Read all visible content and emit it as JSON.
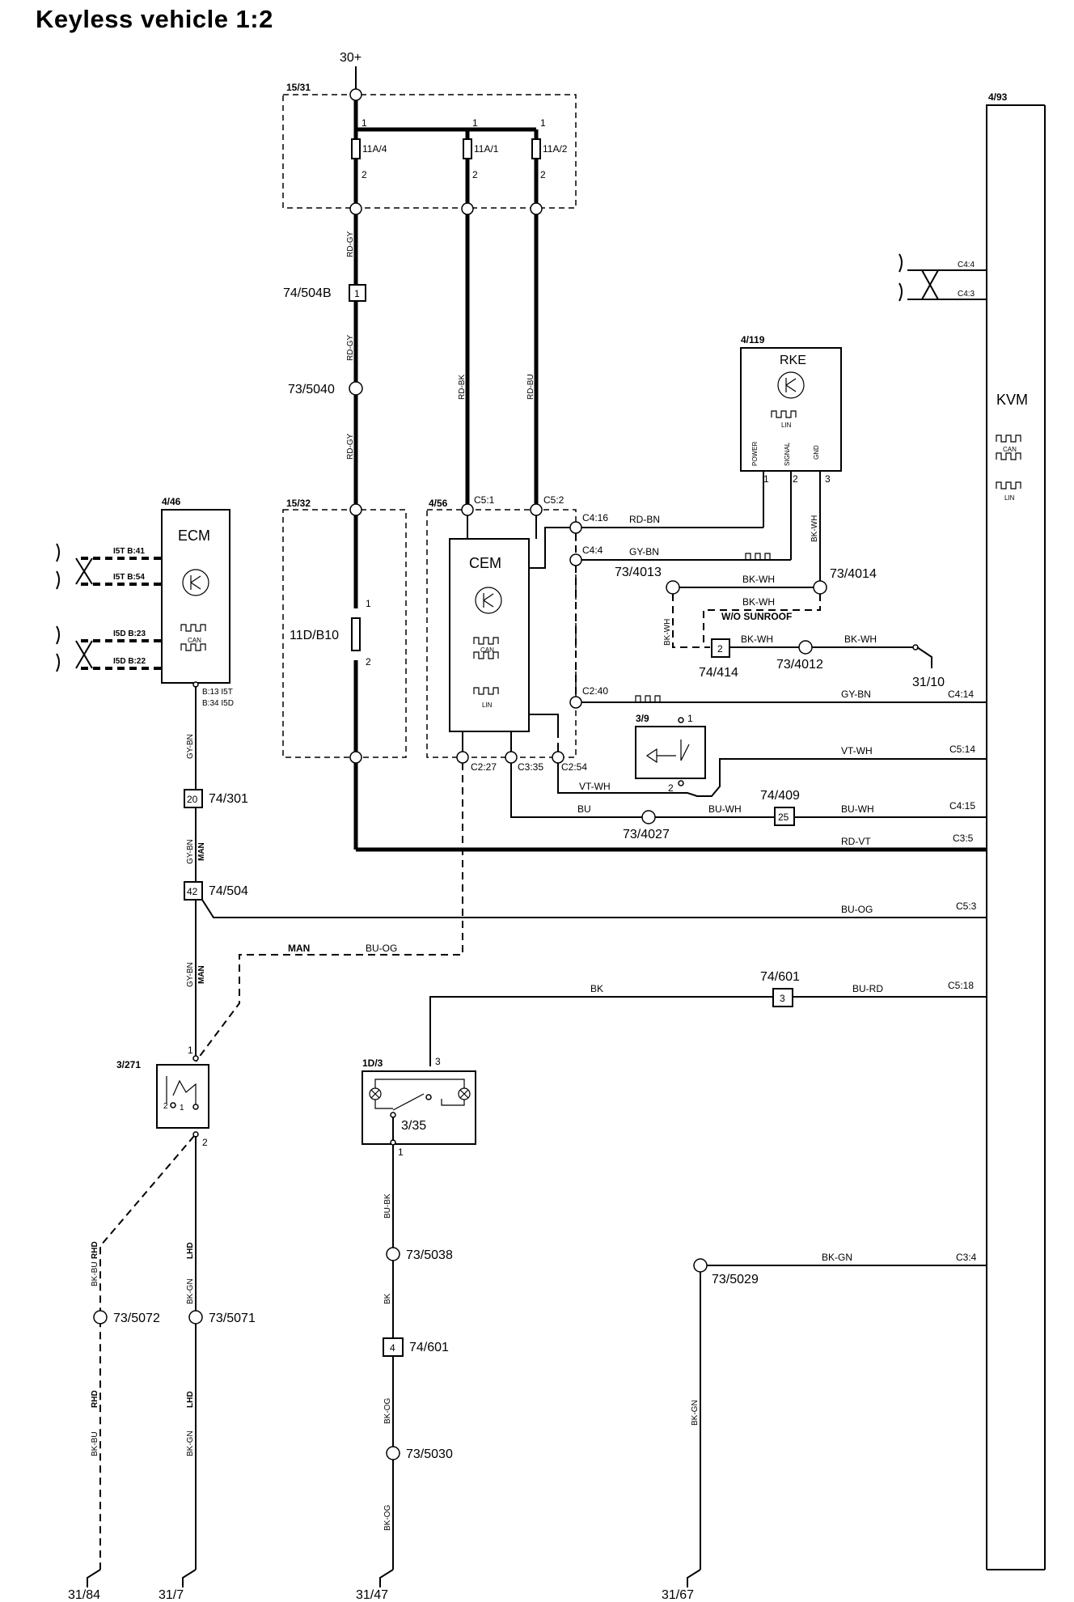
{
  "title": "Keyless vehicle 1:2",
  "supply": {
    "label": "30+"
  },
  "blocks": {
    "fusebox_top": "15/31",
    "fusebox_mid": "15/32",
    "cem_block": "4/56",
    "ecm_block": "4/46",
    "rke_block": "4/119",
    "kvm_block": "4/93",
    "switch_39": "3/9",
    "switch_3271": "3/271",
    "switch_1d3": "1D/3"
  },
  "modules": {
    "ecm": "ECM",
    "cem": "CEM",
    "rke": "RKE",
    "kvm": "KVM",
    "can": "CAN",
    "lin": "LIN"
  },
  "fuses": {
    "f1": "11A/4",
    "f2": "11A/1",
    "f3": "11A/2",
    "f4": "11D/B10",
    "pin1": "1",
    "pin2": "2"
  },
  "connectors": {
    "c74_504b": "74/504B",
    "c74_504b_pin": "1",
    "c74_301": "74/301",
    "c74_301_pin": "20",
    "c74_504": "74/504",
    "c74_504_pin": "42",
    "c74_414": "74/414",
    "c74_414_pin": "2",
    "c74_409": "74/409",
    "c74_409_pin": "25",
    "c74_601a": "74/601",
    "c74_601a_pin": "3",
    "c74_601b": "74/601",
    "c74_601b_pin": "4"
  },
  "splices": {
    "s5040": "73/5040",
    "s4013": "73/4013",
    "s4014": "73/4014",
    "s4012": "73/4012",
    "s4027": "73/4027",
    "s5038": "73/5038",
    "s5030": "73/5030",
    "s5029": "73/5029",
    "s5072": "73/5072",
    "s5071": "73/5071"
  },
  "grounds": {
    "g3110": "31/10",
    "g3184": "31/84",
    "g317": "31/7",
    "g3147": "31/47",
    "g3167": "31/67"
  },
  "wires": {
    "rd_gy": "RD-GY",
    "rd_bk": "RD-BK",
    "rd_bu": "RD-BU",
    "rd_bn": "RD-BN",
    "gy_bn": "GY-BN",
    "bk_wh": "BK-WH",
    "vt_wh": "VT-WH",
    "bu": "BU",
    "bu_wh": "BU-WH",
    "rd_vt": "RD-VT",
    "bu_og": "BU-OG",
    "bk": "BK",
    "bu_rd": "BU-RD",
    "bk_gn": "BK-GN",
    "bk_bu": "BK-BU",
    "bu_bk": "BU-BK",
    "bk_og": "BK-OG",
    "gy_bn_alt": "GY-BN",
    "gy_bn_ecm": "GY-BN"
  },
  "pins": {
    "c5_1": "C5:1",
    "c5_2": "C5:2",
    "c4_16": "C4:16",
    "c4_4": "C4:4",
    "c2_40": "C2:40",
    "c2_27": "C2:27",
    "c3_35": "C3:35",
    "c2_54": "C2:54",
    "kvm_c4_4": "C4:4",
    "kvm_c4_3": "C4:3",
    "kvm_c4_14": "C4:14",
    "kvm_c5_14": "C5:14",
    "kvm_c4_15": "C4:15",
    "kvm_c3_5": "C3:5",
    "kvm_c5_3": "C5:3",
    "kvm_c5_18": "C5:18",
    "kvm_c3_4": "C3:4",
    "ecm_i5t_41": "I5T B:41",
    "ecm_i5t_54": "I5T B:54",
    "ecm_i5d_23": "I5D B:23",
    "ecm_i5d_22": "I5D B:22",
    "ecm_b13": "B:13 I5T",
    "ecm_b34": "B:34 I5D",
    "rke_power": "POWER",
    "rke_signal": "SIGNAL",
    "rke_gnd": "GND",
    "p1": "1",
    "p2": "2",
    "p3": "3",
    "sw3271_p2": "2",
    "sw3271_p1": "1",
    "sw1d3_inner": "3/35"
  },
  "notes": {
    "wo_sunroof": "W/O SUNROOF",
    "man": "MAN",
    "rhd": "RHD",
    "lhd": "LHD"
  }
}
